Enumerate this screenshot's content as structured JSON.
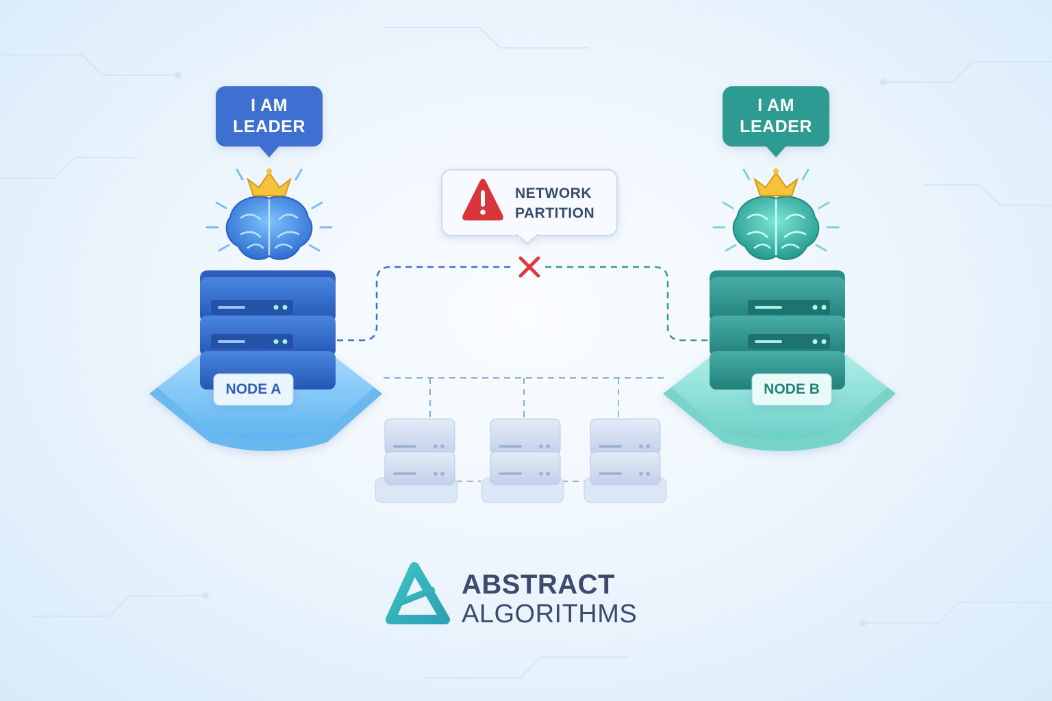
{
  "node_a": {
    "speech": "I AM LEADER",
    "label": "NODE A",
    "color": "#3d6fd0"
  },
  "node_b": {
    "speech": "I AM LEADER",
    "label": "NODE B",
    "color": "#2f9b93"
  },
  "alert": {
    "icon": "warning-triangle-icon",
    "text": "NETWORK PARTITION",
    "color": "#d8353a"
  },
  "followers": {
    "count_shown": 3
  },
  "brand": {
    "line1": "ABSTRACT",
    "line2": "ALGORITHMS",
    "logo": "triangle-logo-icon",
    "accent": "#2fb0b8"
  }
}
